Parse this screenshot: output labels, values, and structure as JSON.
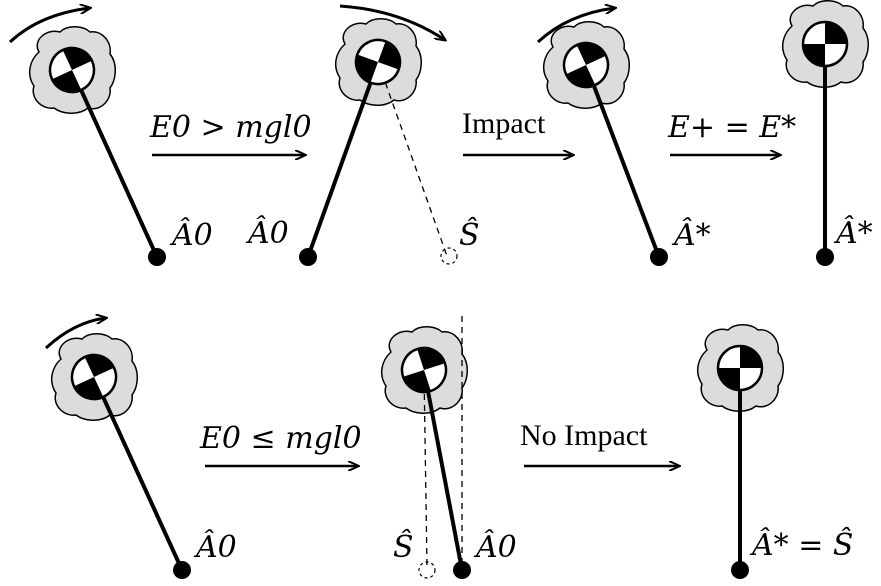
{
  "labels": {
    "top_arrow_1": "E0 > mgl0",
    "top_arrow_2": "Impact",
    "top_arrow_3": "E+ = E*",
    "bottom_arrow_1": "E0 ≤ mgl0",
    "bottom_arrow_2": "No Impact",
    "bottom_state_final": "Â* = Ŝ"
  },
  "points": {
    "A0": "Â0",
    "Astar": "Â*",
    "S": "Ŝ"
  }
}
